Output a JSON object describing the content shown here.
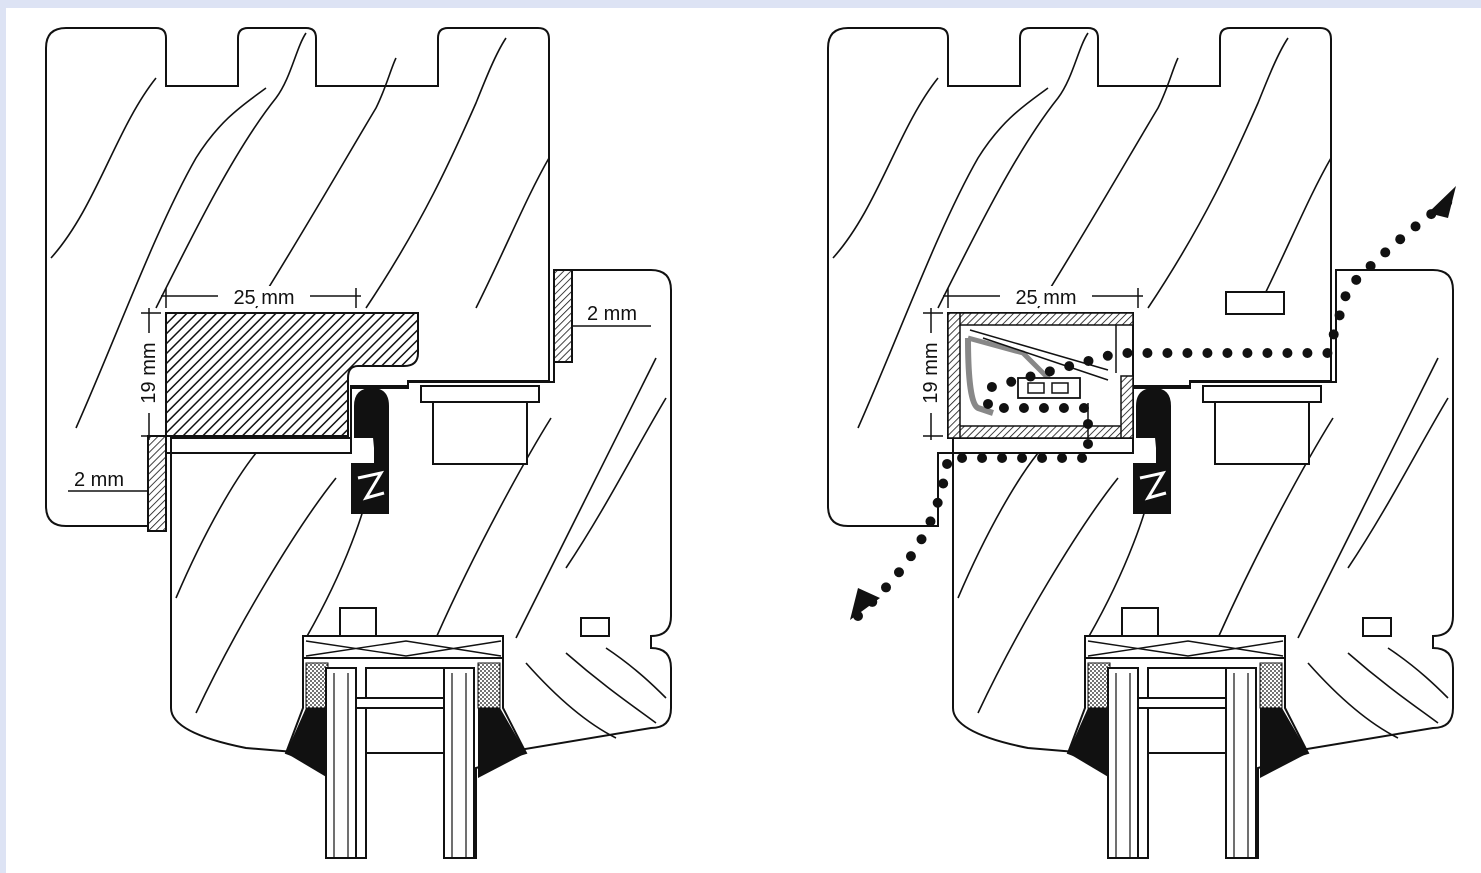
{
  "panels": [
    {
      "id": "left",
      "labels": {
        "width": "25 mm",
        "height": "19 mm",
        "gap_right": "2 mm",
        "gap_left": "2 mm"
      }
    },
    {
      "id": "right",
      "labels": {
        "width": "25 mm",
        "height": "19 mm"
      }
    }
  ],
  "colors": {
    "background": "#dde3f4",
    "paper": "#ffffff",
    "ink": "#111111"
  }
}
